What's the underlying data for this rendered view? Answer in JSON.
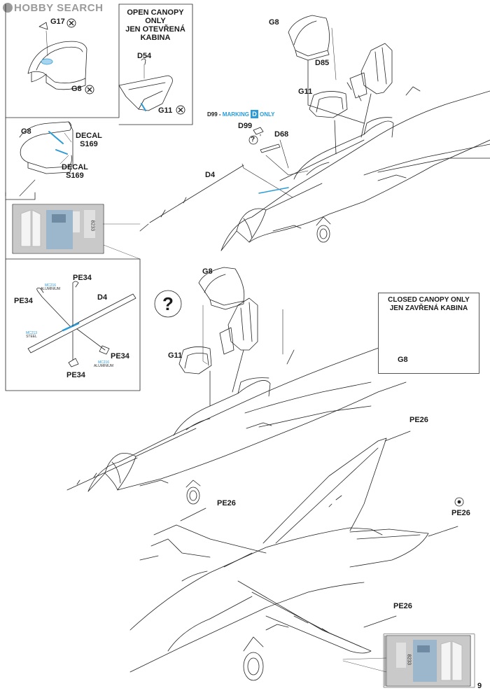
{
  "watermark": "HOBBY SEARCH",
  "page_number": "9",
  "panel_open_canopy": {
    "line1": "OPEN CANOPY",
    "line2": "ONLY",
    "line3": "JEN OTEVŘENÁ",
    "line4": "KABINA"
  },
  "panel_closed_canopy": {
    "line1": "CLOSED CANOPY ONLY",
    "line2": "JEN ZAVŘENÁ KABINA"
  },
  "marking_note": {
    "prefix": "D99 - ",
    "word": "MARKING",
    "letter": "D",
    "suffix": "ONLY"
  },
  "labels": {
    "g17": "G17",
    "g8_top": "G8",
    "g8_canopy_top": "G8",
    "g8_decal": "G8",
    "decal_1": "DECAL",
    "s169_1": "S169",
    "decal_2": "DECAL",
    "s169_2": "S169",
    "d54": "D54",
    "g11_open": "G11",
    "d85": "D85",
    "g11_upper": "G11",
    "d99": "D99",
    "d68": "D68",
    "d4_upper": "D4",
    "pe34_top": "PE34",
    "pe34_left": "PE34",
    "d4_detail": "D4",
    "pe34_right": "PE34",
    "pe34_bottom": "PE34",
    "g8_middle": "G8",
    "g11_middle": "G11",
    "g8_closed": "G8",
    "pe26_a": "PE26",
    "pe26_b": "PE26",
    "pe26_c": "PE26",
    "pe26_d": "PE26",
    "question_mark": "?"
  },
  "fret_notes": {
    "mc216_a": "MC216",
    "alu_a": "ALUMINIUM",
    "mc213": "MC213",
    "steel": "STEEL",
    "mc216_b": "MC216",
    "alu_b": "ALUMINIUM",
    "fret_code": "8233"
  },
  "colors": {
    "photo_etch_blue": "#2a9bd6",
    "decal_red": "#cc2222",
    "line": "#222222"
  }
}
